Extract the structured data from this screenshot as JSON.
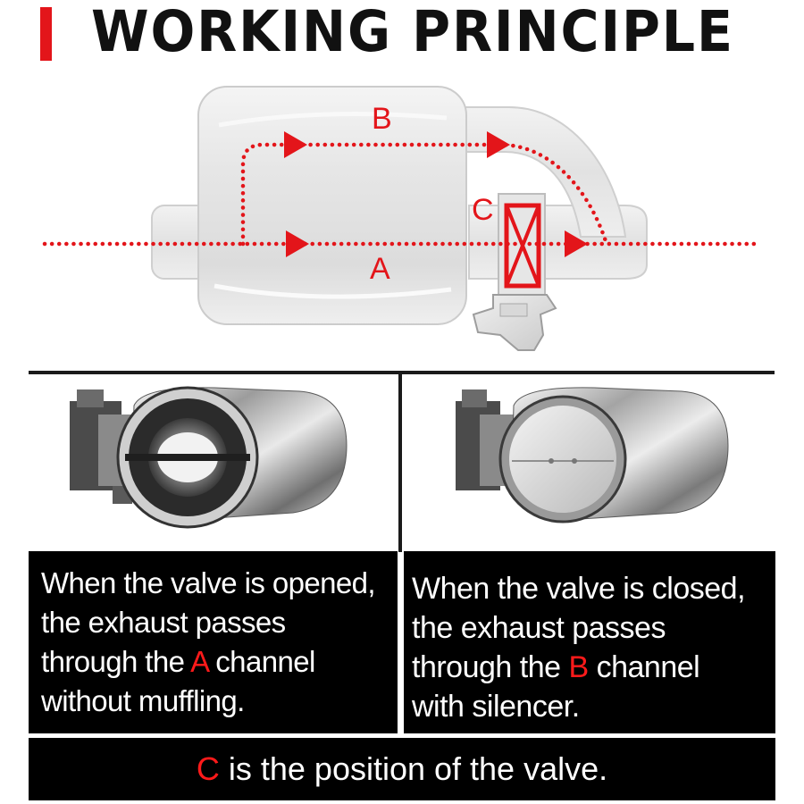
{
  "header": {
    "title": "WORKING PRINCIPLE",
    "accent_color": "#e3151a"
  },
  "diagram": {
    "label_a": "A",
    "label_b": "B",
    "label_c": "C",
    "path_color": "#e3151a",
    "valve_symbol": "crossed-rectangle"
  },
  "photos": {
    "left": "valve-open-icon",
    "right": "valve-closed-icon"
  },
  "captions": {
    "left": {
      "line1": "When the valve is opened,",
      "line2": "the exhaust passes",
      "line3_before": "through the ",
      "line3_highlight": "A",
      "line3_after": " channel",
      "line4": "without muffling."
    },
    "right": {
      "line1": "When the valve is closed,",
      "line2": "the exhaust passes",
      "line3_before": "through the ",
      "line3_highlight": "B",
      "line3_after": " channel",
      "line4": "with silencer."
    }
  },
  "footer": {
    "highlight": "C",
    "text": " is the position of the valve."
  }
}
